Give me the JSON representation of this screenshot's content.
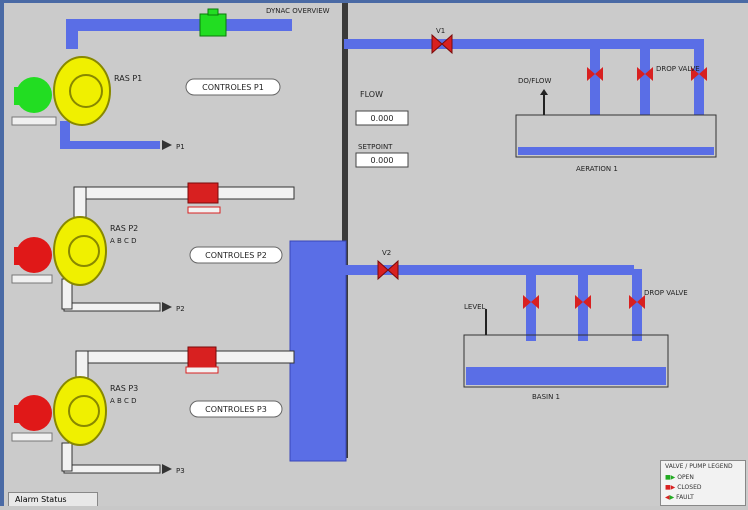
{
  "window": {
    "title": "DYNAC OVERVIEW"
  },
  "colors": {
    "pipe": "#5a6ee6",
    "pipe_dark": "#3846b8",
    "tank": "#5a6ee6",
    "pump": "#f0f000",
    "motor_run": "#22dd22",
    "motor_stop": "#e01818",
    "valve": "#d82020"
  },
  "pumps": [
    {
      "label": "RAS P1",
      "state": "running",
      "button": "CONTROLES P1",
      "discharge_label": "P1"
    },
    {
      "label": "RAS P2",
      "sub": "A B C D",
      "state": "stopped",
      "button": "CONTROLES P2",
      "discharge_label": "P2"
    },
    {
      "label": "RAS P3",
      "sub": "A B C D",
      "state": "stopped",
      "button": "CONTROLES P3",
      "discharge_label": "P3"
    }
  ],
  "readouts": {
    "flow_label": "FLOW",
    "flow_value": "0.000",
    "setpoint_label": "SETPOINT",
    "setpoint_value": "0.000"
  },
  "valves": {
    "top_main": "V1",
    "mid_main": "V2"
  },
  "basin_top": {
    "label": "AERATION 1",
    "instrument": "DO/FLOW",
    "drops_label": "DROP VALVE"
  },
  "basin_bottom": {
    "label": "BASIN 1",
    "instrument": "LEVEL",
    "drops_label": "DROP VALVE"
  },
  "status_tab": "Alarm Status",
  "legend": {
    "title": "VALVE / PUMP LEGEND",
    "rows": [
      "OPEN",
      "CLOSED",
      "FAULT"
    ]
  }
}
